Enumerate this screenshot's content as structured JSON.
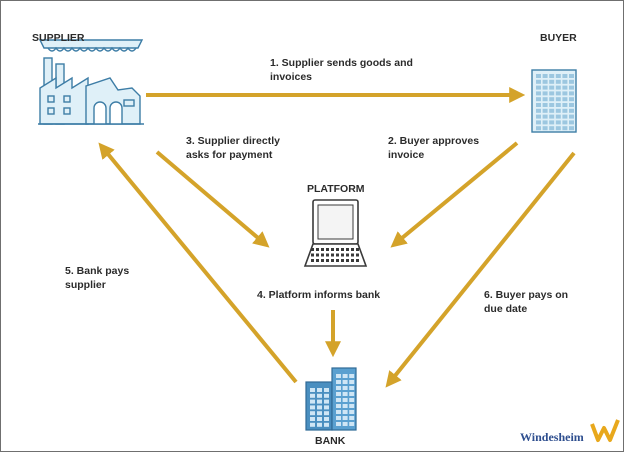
{
  "nodes": {
    "supplier": "SUPPLIER",
    "buyer": "BUYER",
    "platform": "PLATFORM",
    "bank": "BANK"
  },
  "steps": {
    "s1": "1. Supplier sends goods and\ninvoices",
    "s2": "2. Buyer approves\ninvoice",
    "s3": "3. Supplier directly\nasks for payment",
    "s4": "4. Platform informs bank",
    "s5": "5. Bank pays\nsupplier",
    "s6": "6. Buyer pays on\ndue date"
  },
  "brand": "Windesheim",
  "colors": {
    "arrow": "#d4a32a",
    "icon_fill": "#dff0f8",
    "icon_stroke": "#3d7da6",
    "bank_fill": "#4a8fc0",
    "logo_text": "#2f4f8f",
    "logo_mark": "#e8a81c"
  }
}
